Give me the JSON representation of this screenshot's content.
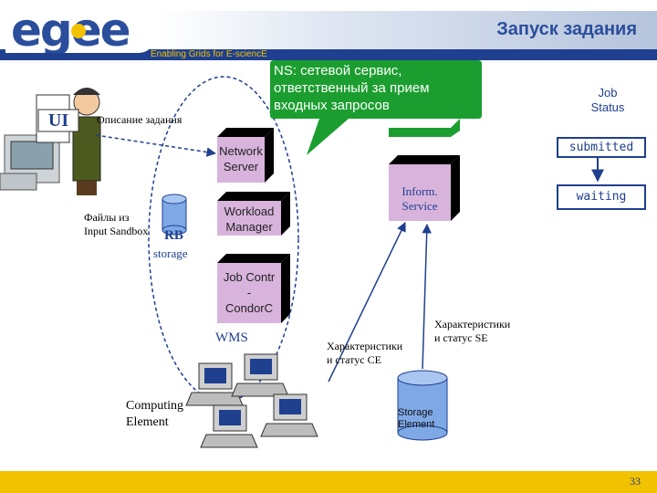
{
  "header": {
    "title": "Запуск задания",
    "tagline": "Enabling Grids for E-sciencE",
    "logo_text": "egee"
  },
  "ui_label": "UI",
  "job_desc": "Описание задания",
  "sandbox": "Файлы из\nInput Sandbox",
  "rb": "RB",
  "storage": "storage",
  "callout": "NS: сетевой сервис,\nответственный за прием\nвходных запросов",
  "network_server": "Network\nServer",
  "workload_manager": "Workload\nManager",
  "job_contr": "Job Contr\n-\nCondorC",
  "inform_service": "Inform.\nService",
  "wms": "WMS",
  "ce_chars": "Характеристики\nи статус CE",
  "se_chars": "Характеристики\nи статус SE",
  "computing_element": "Computing\nElement",
  "storage_element": "Storage\nElement",
  "job_status": {
    "label": "Job\nStatus",
    "states": [
      "submitted",
      "waiting"
    ]
  },
  "colors": {
    "brand_blue": "#1f3f8f",
    "callout_green": "#1b9e2f",
    "box_purple": "#d8b4dc",
    "storage_blue": "#7fa9e6",
    "footer_yellow": "#f2c200"
  },
  "page_number": "33"
}
